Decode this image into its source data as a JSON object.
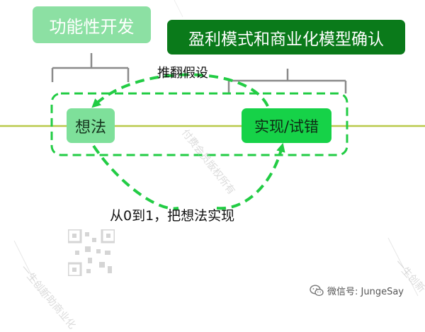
{
  "nodes": {
    "feature_dev": "功能性开发",
    "profit_model": "盈利模式和商业化模型确认",
    "idea": "想法",
    "trial": "实现/试错"
  },
  "labels": {
    "overturn": "推翻假设",
    "zero_to_one": "从0到1，把想法实现"
  },
  "watermark": {
    "text1": "付费会员版权所有",
    "text2": "一生创新助商业化",
    "text3": "一生创新"
  },
  "footer": {
    "wechat": "微信号: JungeSay"
  },
  "colors": {
    "timeline": "#b9c94a",
    "dashed_green": "#22cc44",
    "bracket": "#8a8a8a",
    "dark_green": "#0a7a1a",
    "light_green": "#8ce0a3"
  }
}
